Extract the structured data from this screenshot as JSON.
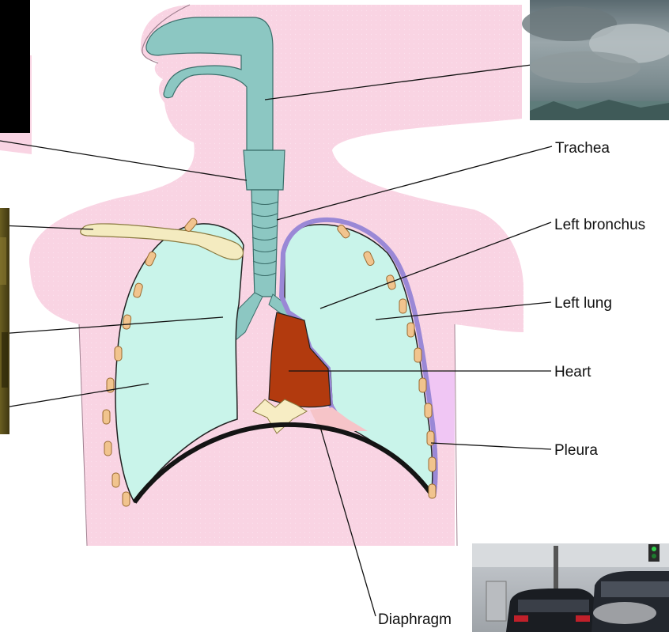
{
  "labels": {
    "trachea": "Trachea",
    "left_bronchus": "Left bronchus",
    "left_lung": "Left lung",
    "heart": "Heart",
    "pleura": "Pleura",
    "diaphragm": "Diaphragm"
  },
  "colors": {
    "body_skin": "#f9d4e3",
    "airway": "#8cc7c2",
    "lung": "#c9f4ea",
    "heart": "#b23a0e",
    "pleura_outline": "#9a88d6",
    "rib": "#f1c48e",
    "clavicle": "#f4ebc0",
    "diaphragm_line": "#141414",
    "leader_line": "#111111"
  },
  "overlays": {
    "top_left": "black-rectangle",
    "top_right": "stormy-sky-photo",
    "left_edge": "olive-photo-strip",
    "bottom_right": "traffic-exhaust-photo"
  }
}
